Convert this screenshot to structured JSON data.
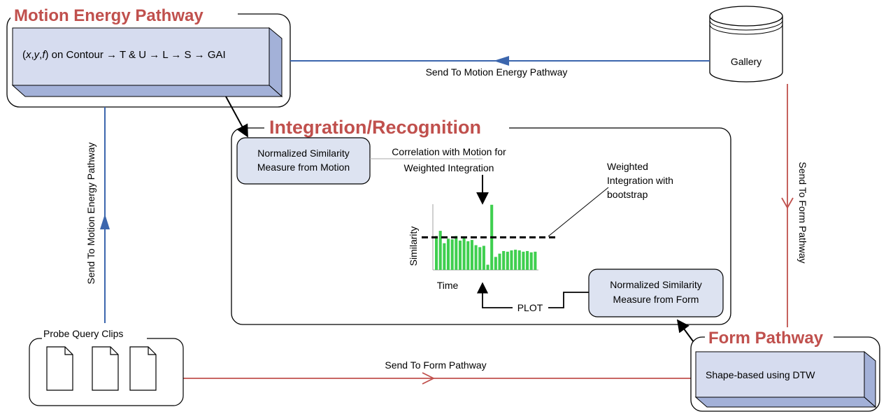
{
  "colors": {
    "title": "#c0504d",
    "blue_line": "#3c66ad",
    "red_line": "#c0504d",
    "node_fill": "#dde3f1",
    "box3d_front": "#d6dcef",
    "box3d_side": "#a3b1d8",
    "bar_green": "#3fcf4f"
  },
  "groups": {
    "motion": {
      "title": "Motion Energy Pathway",
      "content": "(x,y,f) on Contour → T & U → L → S → GAI"
    },
    "integration": {
      "title": "Integration/Recognition"
    },
    "form": {
      "title": "Form Pathway",
      "content": "Shape-based using DTW"
    },
    "probe": {
      "title": "Probe Query Clips"
    }
  },
  "nodes": {
    "gallery": "Gallery",
    "sim_motion": [
      "Normalized Similarity",
      "Measure from Motion"
    ],
    "sim_form": [
      "Normalized Similarity",
      "Measure from Form"
    ]
  },
  "edges": {
    "gallery_to_motion": "Send To Motion Energy Pathway",
    "probe_to_motion": "Send To Motion Energy Pathway",
    "gallery_to_form": "Send To Form Pathway",
    "probe_to_form": "Send To Form Pathway",
    "correlation": [
      "Correlation with Motion for",
      "Weighted Integration"
    ],
    "weighted": [
      "Weighted",
      "Integration with",
      "bootstrap"
    ],
    "plot": "PLOT"
  },
  "chart_data": {
    "type": "bar",
    "xlabel": "Time",
    "ylabel": "Similarity",
    "values": [
      0.52,
      0.6,
      0.41,
      0.48,
      0.47,
      0.52,
      0.45,
      0.5,
      0.44,
      0.46,
      0.38,
      0.35,
      0.37,
      0.08,
      1.0,
      0.2,
      0.25,
      0.29,
      0.28,
      0.3,
      0.31,
      0.3,
      0.28,
      0.29,
      0.27,
      0.28
    ],
    "threshold": 0.5,
    "ylim": [
      0,
      1.03
    ]
  }
}
